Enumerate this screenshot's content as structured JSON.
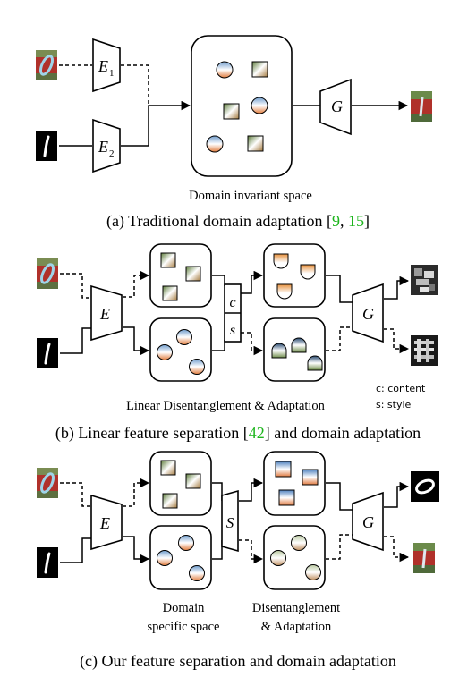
{
  "panel_a": {
    "encoder1": "E",
    "encoder1_sub": "1",
    "encoder2": "E",
    "encoder2_sub": "2",
    "generator": "G",
    "space_label": "Domain invariant space",
    "caption_prefix": "(a) Traditional domain adaptation [",
    "cite1": "9",
    "cite_sep": ", ",
    "cite2": "15",
    "caption_suffix": "]"
  },
  "panel_b": {
    "encoder": "E",
    "generator": "G",
    "content_letter": "c",
    "style_letter": "s",
    "legend_content": "c: content",
    "legend_style": "s: style",
    "space_label": "Linear Disentanglement & Adaptation",
    "caption_prefix": "(b) Linear feature separation [",
    "cite": "42",
    "caption_suffix": "] and domain adaptation"
  },
  "panel_c": {
    "encoder": "E",
    "generator": "G",
    "separator": "S",
    "label_left_line1": "Domain",
    "label_left_line2": "specific space",
    "label_right_line1": "Disentanglement",
    "label_right_line2": "& Adaptation",
    "caption": "(c) Our feature separation and domain adaptation"
  }
}
